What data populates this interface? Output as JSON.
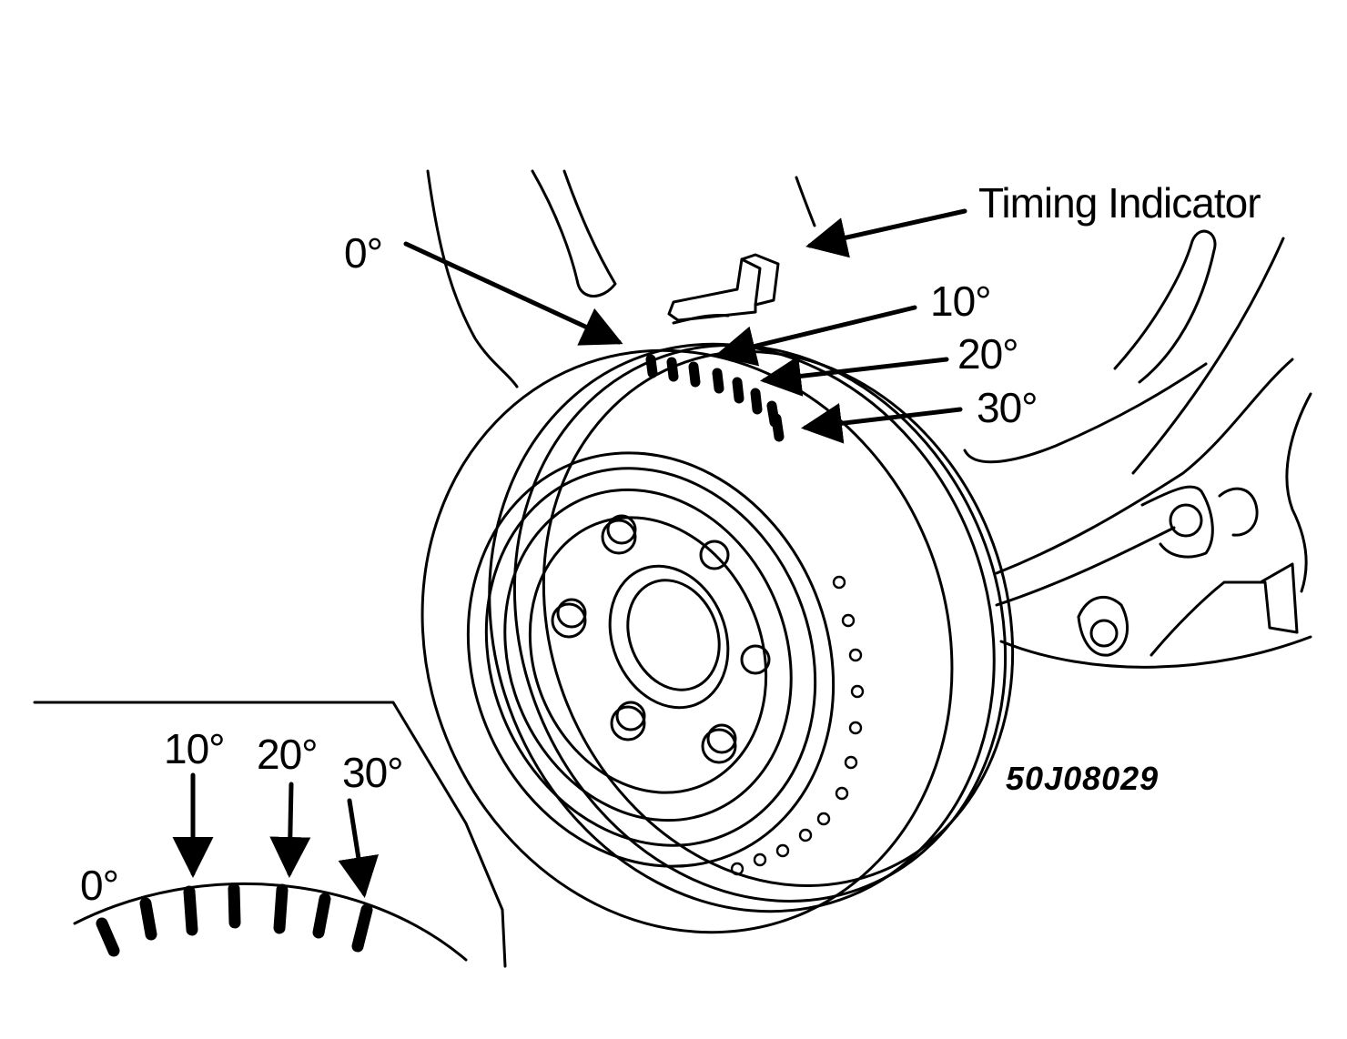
{
  "labels": {
    "timing_indicator": "Timing Indicator",
    "deg_0": "0°",
    "deg_10": "10°",
    "deg_20": "20°",
    "deg_30": "30°"
  },
  "inset_labels": {
    "deg_0": "0°",
    "deg_10": "10°",
    "deg_20": "20°",
    "deg_30": "30°"
  },
  "figure_code": "50J08029"
}
